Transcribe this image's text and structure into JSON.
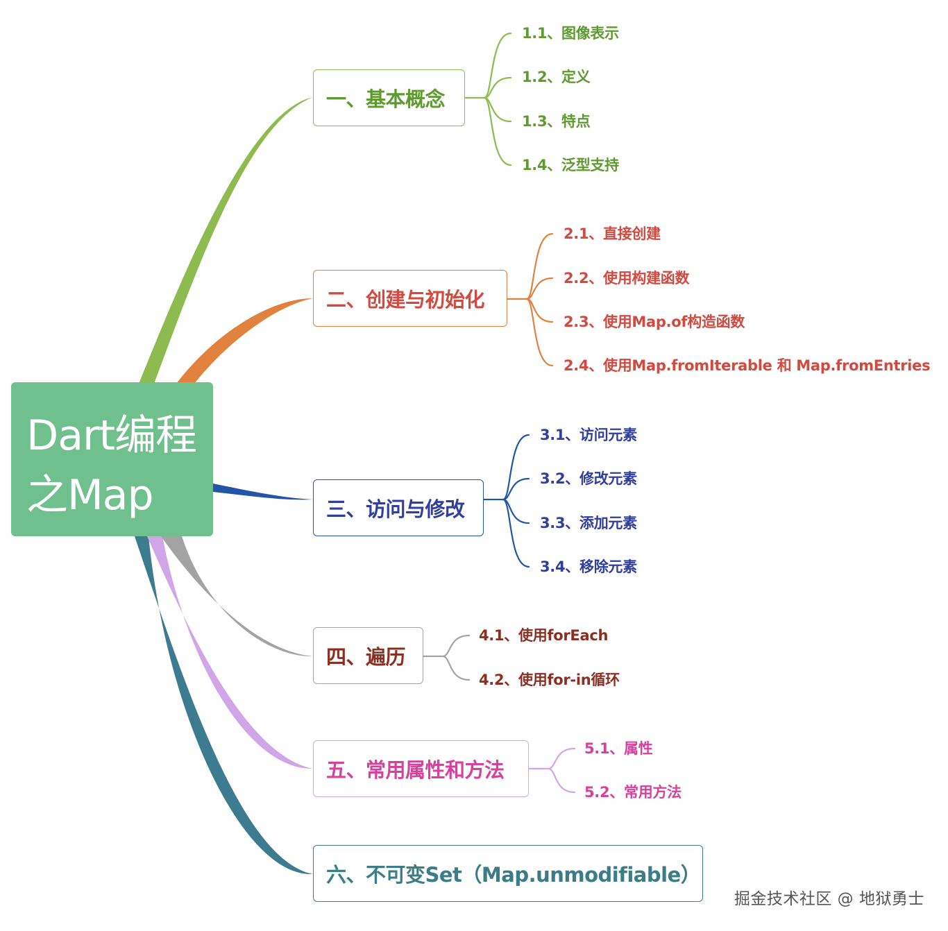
{
  "root": {
    "line1": "Dart编程",
    "line2": "之Map"
  },
  "colors": {
    "root": "#6fc08c",
    "b1": "#8dbb50",
    "b2": "#e0823d",
    "b3": "#2355a7",
    "b4": "#a3a3a3",
    "b5": "#d1a6e8",
    "b6": "#3c7b90",
    "t1": "#5e9a2f",
    "t2": "#d2493f",
    "t3": "#2f3e9f",
    "t4": "#8b2f22",
    "t5": "#d6419c",
    "t6": "#3b7d86"
  },
  "branches": [
    {
      "label": "一、基本概念",
      "children": [
        "1.1、图像表示",
        "1.2、定义",
        "1.3、特点",
        "1.4、泛型支持"
      ]
    },
    {
      "label": "二、创建与初始化",
      "children": [
        "2.1、直接创建",
        "2.2、使用构建函数",
        "2.3、使用Map.of构造函数",
        "2.4、使用Map.fromIterable 和 Map.fromEntries"
      ]
    },
    {
      "label": "三、访问与修改",
      "children": [
        "3.1、访问元素",
        "3.2、修改元素",
        "3.3、添加元素",
        "3.4、移除元素"
      ]
    },
    {
      "label": "四、遍历",
      "children": [
        "4.1、使用forEach",
        "4.2、使用for-in循环"
      ]
    },
    {
      "label": "五、常用属性和方法",
      "children": [
        "5.1、属性",
        "5.2、常用方法"
      ]
    },
    {
      "label": "六、不可变Set（Map.unmodifiable）",
      "children": []
    }
  ],
  "watermark": "掘金技术社区 @ 地狱勇士"
}
